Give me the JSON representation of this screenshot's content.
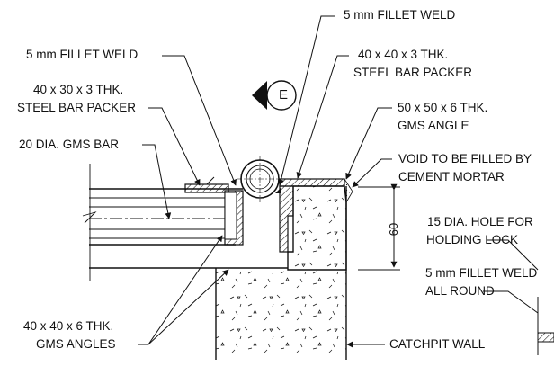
{
  "labels": {
    "weld_top": "5 mm FILLET WELD",
    "weld_left": "5 mm FILLET WELD",
    "packer_40_line1": "40 x 40 x 3 THK.",
    "packer_40_line2": "STEEL BAR PACKER",
    "packer_30_line1": "40 x 30 x 3 THK.",
    "packer_30_line2": "STEEL BAR PACKER",
    "gms_angle_line1": "50 x 50 x 6 THK.",
    "gms_angle_line2": "GMS ANGLE",
    "gms_bar": "20 DIA. GMS BAR",
    "void_line1": "VOID TO BE FILLED BY",
    "void_line2": "CEMENT MORTAR",
    "hole_line1": "15 DIA. HOLE FOR",
    "hole_line2": "HOLDING LOCK",
    "weld_round_line1": "5 mm FILLET WELD",
    "weld_round_line2": "ALL ROUND",
    "angles_line1": "40 x 40 x 6 THK.",
    "angles_line2": "GMS ANGLES",
    "catchpit_wall": "CATCHPIT WALL"
  },
  "section_marker": "E",
  "dimension": "60",
  "colors": {
    "line": "#111111",
    "background": "#ffffff"
  }
}
